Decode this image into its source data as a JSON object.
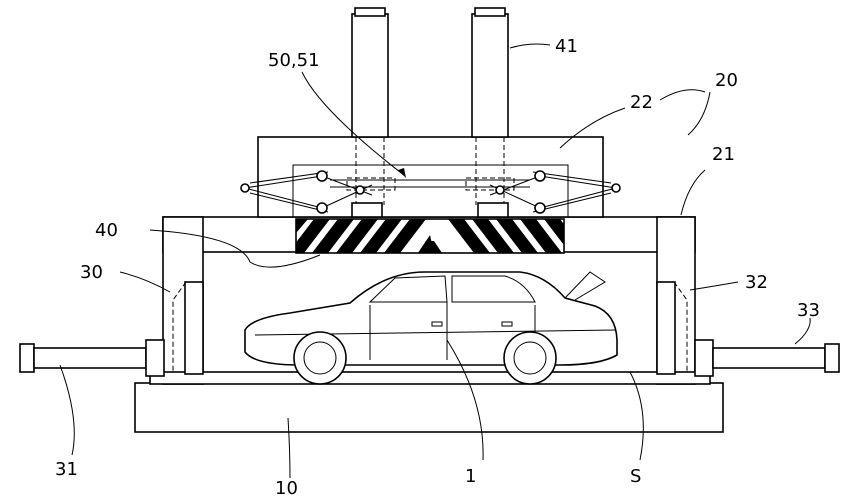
{
  "labels": {
    "l1": "1",
    "l10": "10",
    "l20": "20",
    "l21": "21",
    "l22": "22",
    "l30": "30",
    "l31": "31",
    "l32": "32",
    "l33": "33",
    "l40": "40",
    "l41": "41",
    "l5051": "50,51",
    "lS": "S"
  }
}
